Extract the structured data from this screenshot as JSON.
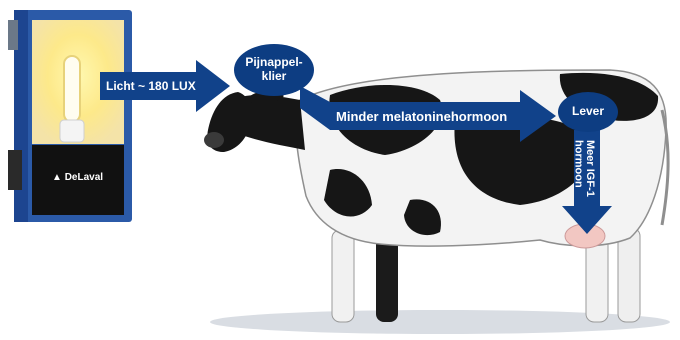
{
  "lamp": {
    "brand": "DeLaval",
    "colors": {
      "frame": "#2b5aa8",
      "glass": "#fff6c0",
      "body": "#111111"
    }
  },
  "flow": {
    "light_label": "Licht ~ 180 LUX",
    "pineal_label": "Pijnappel-\nklier",
    "melatonin_label": "Minder melatoninehormoon",
    "liver_label": "Lever",
    "igf_label": "Meer IGF-1\nhormoon",
    "colors": {
      "arrow": "#11428a",
      "node": "#0d3d82"
    }
  }
}
